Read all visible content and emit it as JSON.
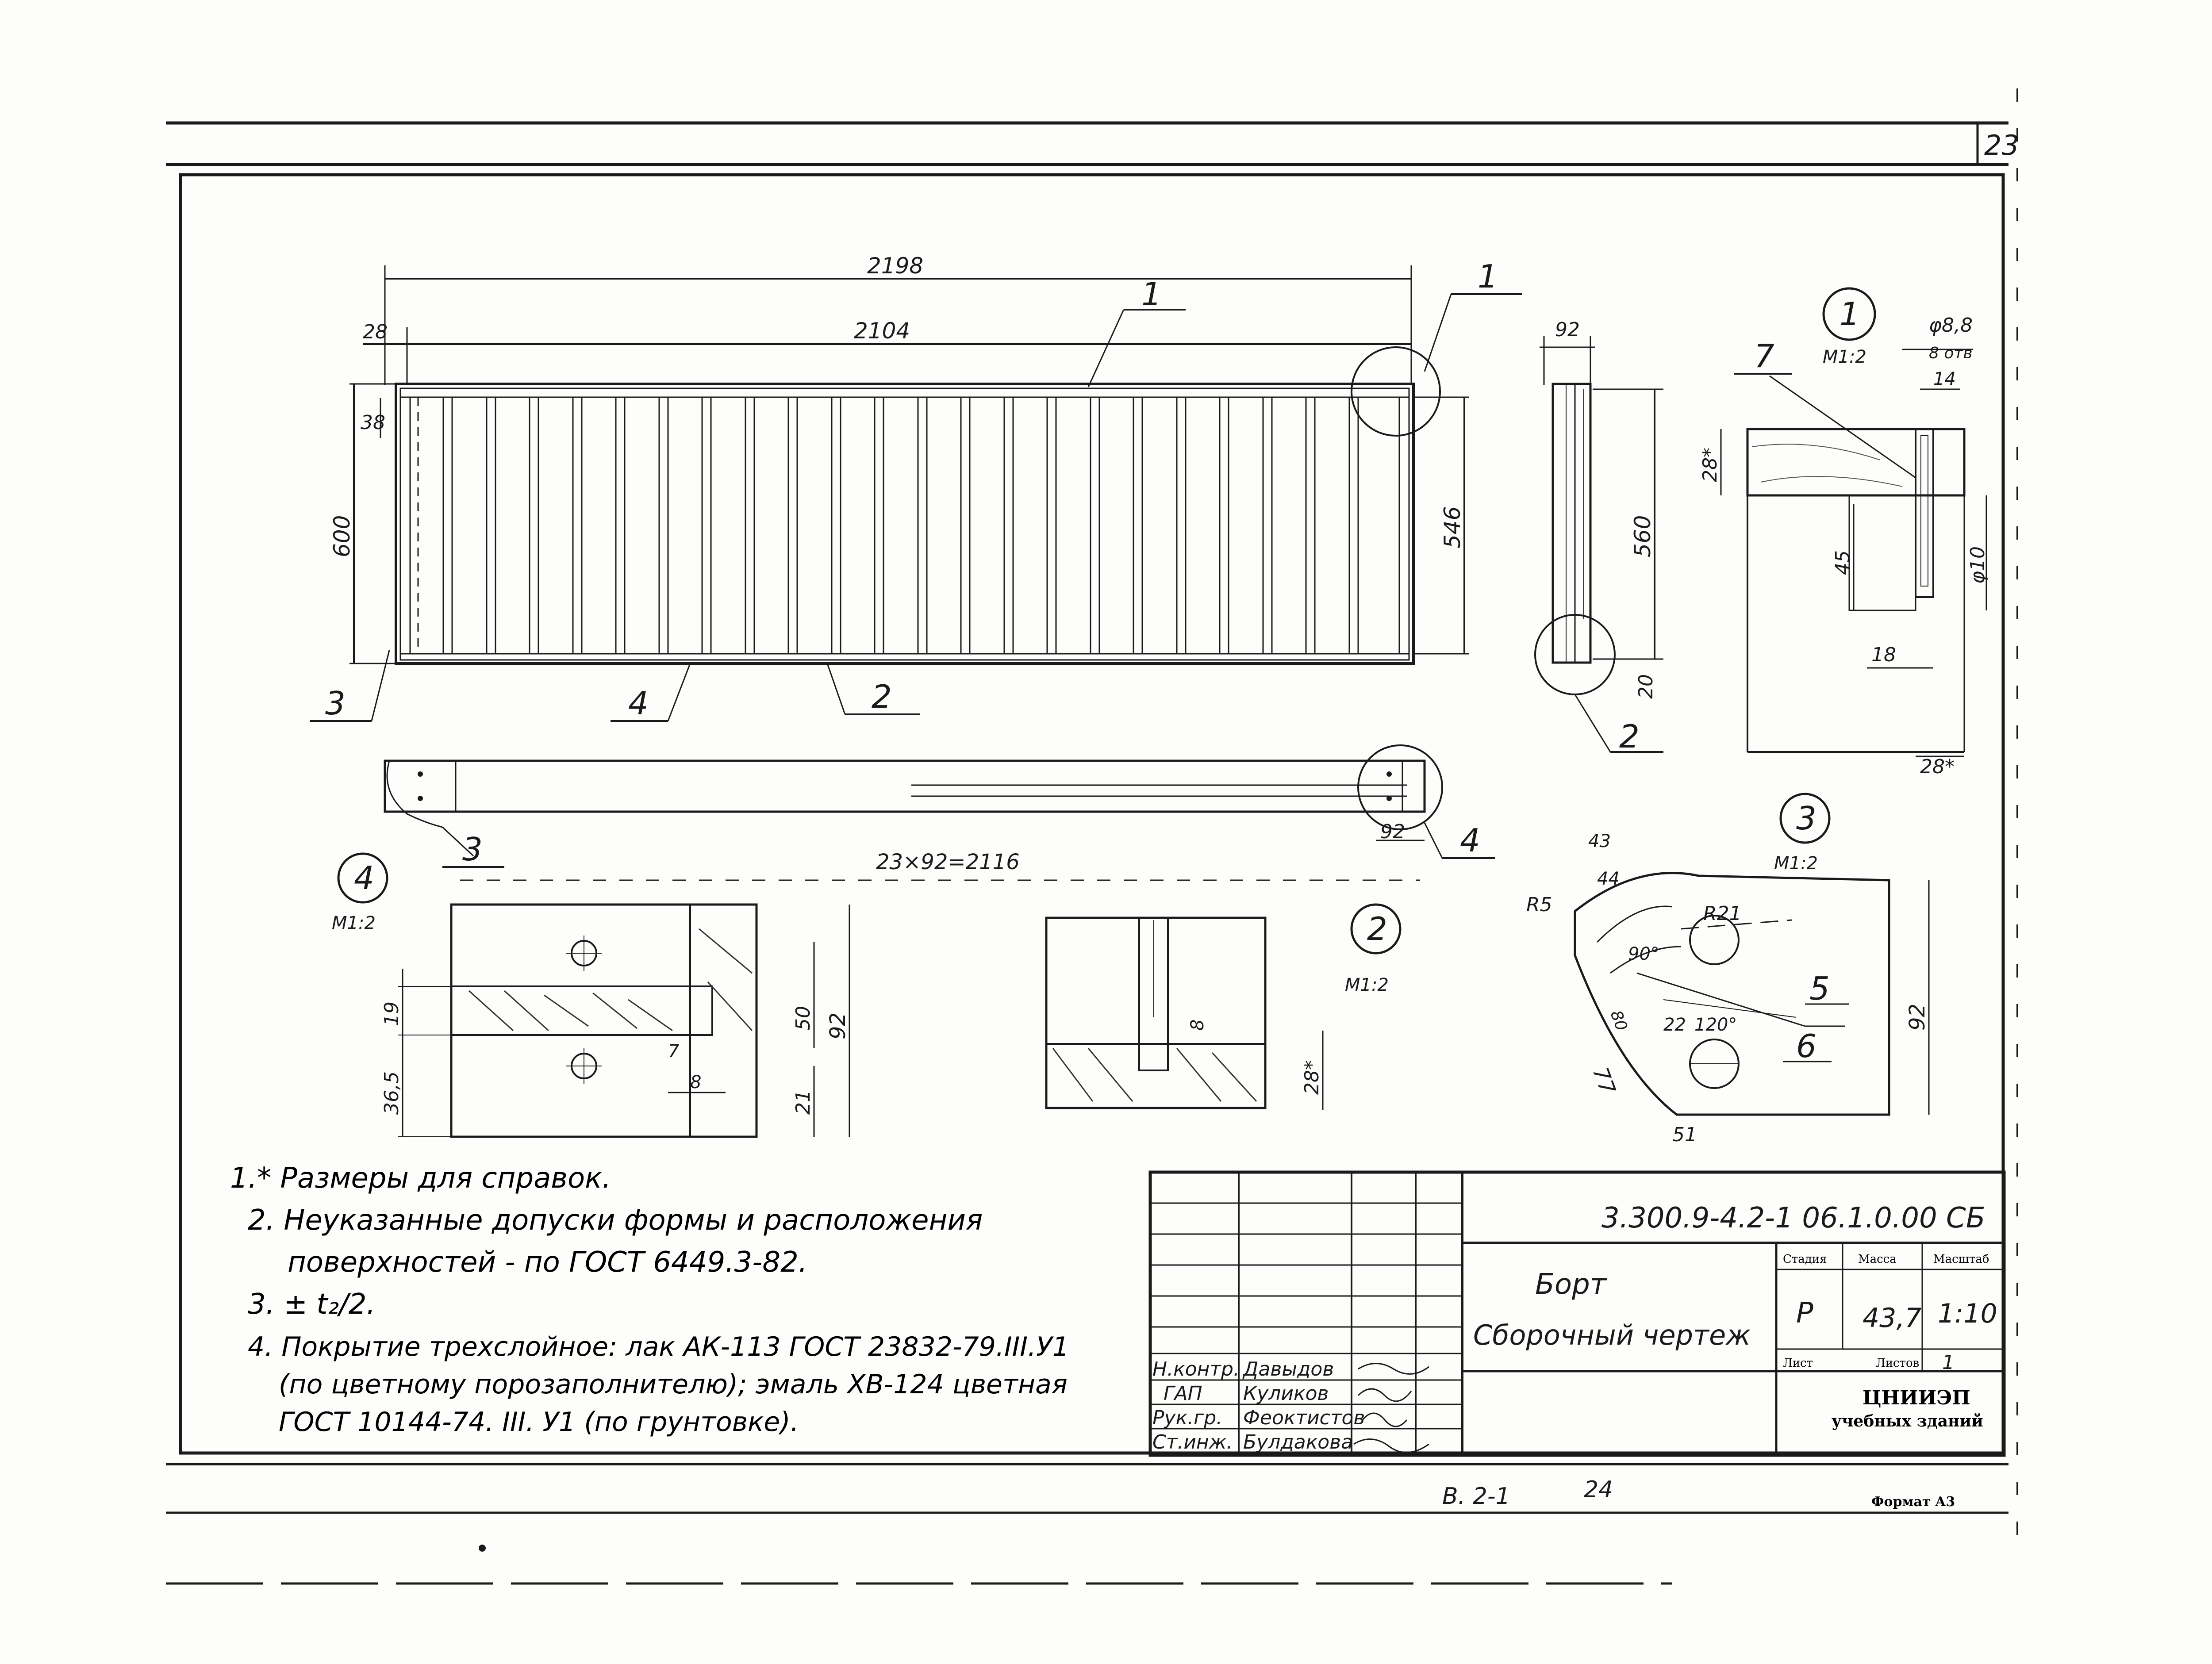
{
  "sheet": {
    "page_number_top": "23",
    "format_label": "Формат А3",
    "album_ref": "В. 2-1",
    "album_page": "24"
  },
  "main_view": {
    "dim_overall_length": "2198",
    "dim_inner_length": "2104",
    "dim_edge": "28",
    "dim_top_edge": "38",
    "dim_height": "600",
    "dim_inner_height": "546",
    "callouts": [
      "1",
      "2",
      "3",
      "4"
    ]
  },
  "plan_view": {
    "dim_spacing": "23×92=2116",
    "dim_end": "92",
    "callouts": [
      "3",
      "4"
    ]
  },
  "side_view": {
    "dim_width": "92",
    "dim_height": "560",
    "dim_bottom": "20",
    "callout": "2"
  },
  "detail_1": {
    "id": "1",
    "scale": "М1:2",
    "dim_hole": "φ8,8",
    "dim_hole_count": "8 отв",
    "dim_14": "14",
    "dim_28": "28*",
    "dim_45": "45",
    "dim_phi10": "φ10",
    "dim_18": "18",
    "dim_28_bottom": "28*",
    "callout": "7"
  },
  "detail_4": {
    "id": "4",
    "scale": "М1:2",
    "dim_19": "19",
    "dim_36_5": "36,5",
    "dim_50": "50",
    "dim_92": "92",
    "dim_21": "21",
    "dim_7": "7",
    "dim_8": "8"
  },
  "detail_2": {
    "id": "2",
    "scale": "М1:2",
    "dim_8": "8",
    "dim_28": "28*"
  },
  "detail_3": {
    "id": "3",
    "scale": "М1:2",
    "dim_43": "43",
    "dim_44": "44",
    "dim_r5": "R5",
    "dim_r21": "R21",
    "dim_90": "90°",
    "dim_80": "80",
    "dim_22": "22",
    "dim_120": "120°",
    "dim_77": "77",
    "dim_51": "51",
    "dim_92": "92",
    "callouts": [
      "5",
      "6"
    ]
  },
  "notes": [
    "1.* Размеры для справок.",
    "2. Неуказанные допуски формы и расположения",
    "поверхностей - по ГОСТ 6449.3-82.",
    "3. ± t₂/2.",
    "4. Покрытие трехслойное: лак АК-113 ГОСТ 23832-79.III.У1",
    "(по цветному порозаполнителю); эмаль ХВ-124 цветная",
    "ГОСТ 10144-74. III. У1 (по грунтовке)."
  ],
  "title_block": {
    "designation": "3.300.9-4.2-1 06.1.0.00 СБ",
    "part_name": "Борт",
    "doc_type": "Сборочный чертеж",
    "col_stage": "Стадия",
    "col_mass": "Масса",
    "col_scale": "Масштаб",
    "stage": "Р",
    "mass": "43,7",
    "scale": "1:10",
    "sheet_label": "Лист",
    "sheets_label": "Листов",
    "sheets_value": "1",
    "org_line1": "ЦНИИЭП",
    "org_line2": "учебных зданий",
    "signatures": [
      {
        "role": "Н.контр.",
        "name": "Давыдов"
      },
      {
        "role": "ГАП",
        "name": "Куликов"
      },
      {
        "role": "Рук.гр.",
        "name": "Феоктистов"
      },
      {
        "role": "Ст.инж.",
        "name": "Булдакова"
      }
    ]
  }
}
